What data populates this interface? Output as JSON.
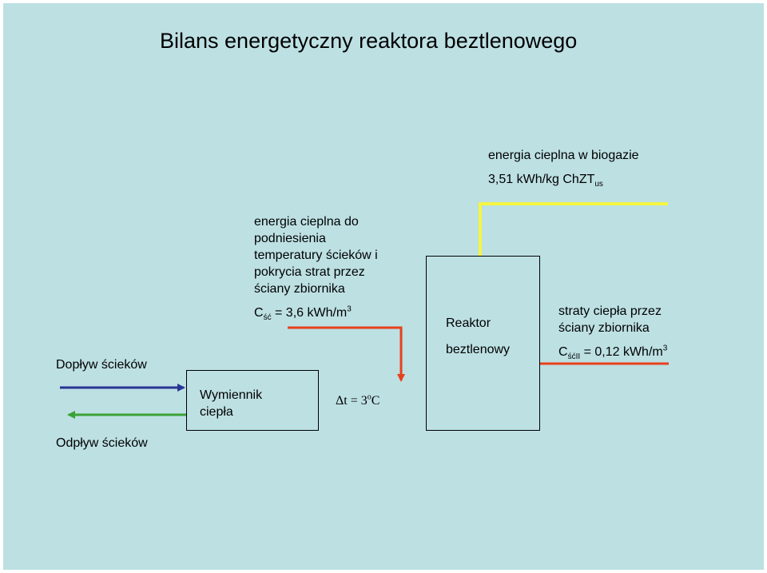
{
  "title": "Bilans energetyczny reaktora beztlenowego",
  "biogas": {
    "label": "energia cieplna w biogazie",
    "value_main": "3,51 kWh/kg ChZT",
    "value_sub": "us"
  },
  "heat_need": {
    "lines": [
      "energia cieplna do",
      "podniesienia",
      "temperatury ścieków i",
      "pokrycia strat przez",
      "ściany zbiornika"
    ],
    "formula_c": "C",
    "formula_sub": "ść",
    "formula_rest": " = 3,6 kWh/m",
    "formula_sup": "3"
  },
  "reactor": {
    "line1": "Reaktor",
    "line2": "beztlenowy"
  },
  "wall_losses": {
    "line1": "straty ciepła przez",
    "line2": "ściany zbiornika",
    "formula_c": "C",
    "formula_sub": "śćII",
    "formula_rest": " = 0,12 kWh/m",
    "formula_sup": "3"
  },
  "inflow_label": "Dopływ ścieków",
  "outflow_label": "Odpływ ścieków",
  "exchanger": {
    "line1": "Wymiennik",
    "line2": "ciepła"
  },
  "delta_t": {
    "symbol": "Δ",
    "text": "t = 3",
    "sup": "o",
    "unit": "C"
  },
  "colors": {
    "background": "#bde0e3",
    "biogas_arrow": "#f5f542",
    "heat_arrow": "#e8401c",
    "inflow_arrow": "#283593",
    "outflow_arrow": "#3aa335"
  }
}
